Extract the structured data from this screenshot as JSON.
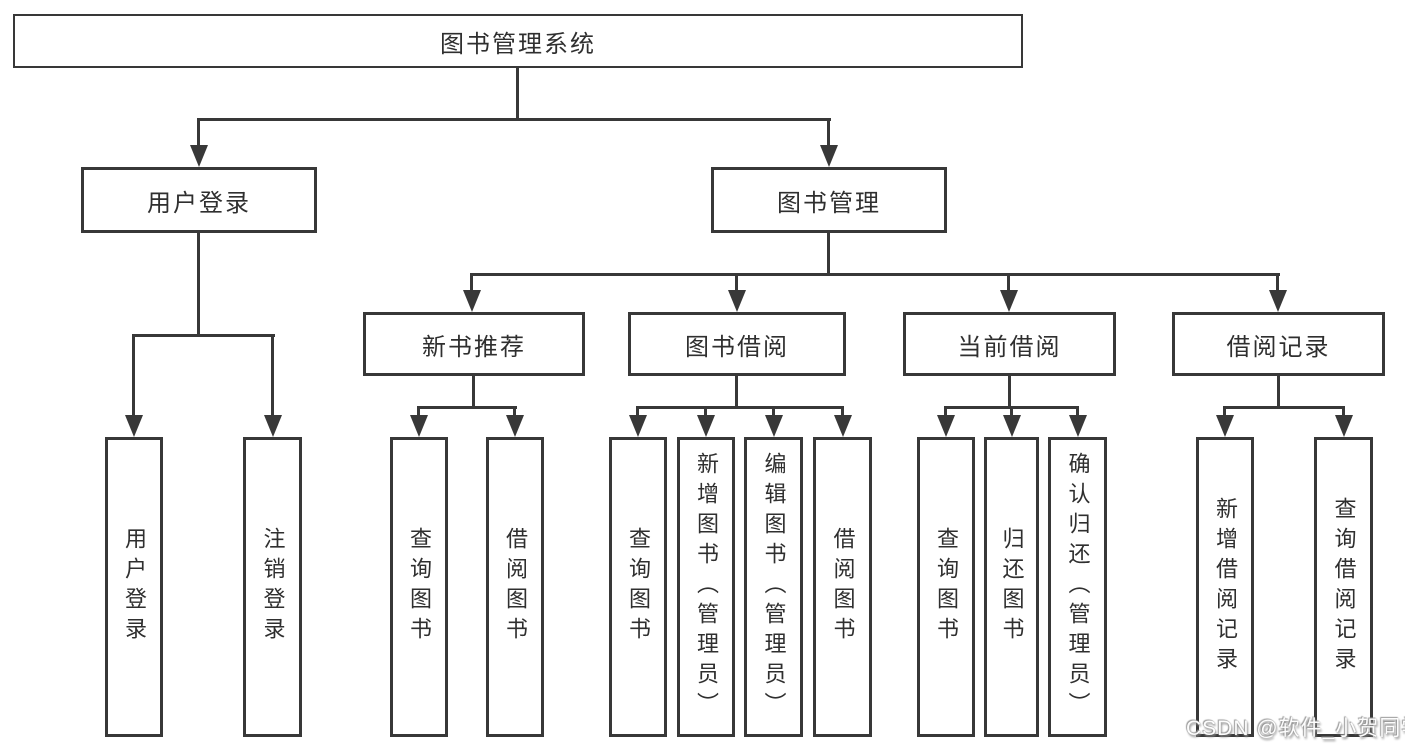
{
  "tree": {
    "label": "图书管理系统",
    "children": [
      {
        "label": "用户登录",
        "children": [
          {
            "label": "用户登录"
          },
          {
            "label": "注销登录"
          }
        ]
      },
      {
        "label": "图书管理",
        "children": [
          {
            "label": "新书推荐",
            "children": [
              {
                "label": "查询图书"
              },
              {
                "label": "借阅图书"
              }
            ]
          },
          {
            "label": "图书借阅",
            "children": [
              {
                "label": "查询图书"
              },
              {
                "label": "新增图书（管理员）"
              },
              {
                "label": "编辑图书（管理员）"
              },
              {
                "label": "借阅图书"
              }
            ]
          },
          {
            "label": "当前借阅",
            "children": [
              {
                "label": "查询图书"
              },
              {
                "label": "归还图书"
              },
              {
                "label": "确认归还（管理员）"
              }
            ]
          },
          {
            "label": "借阅记录",
            "children": [
              {
                "label": "新增借阅记录"
              },
              {
                "label": "查询借阅记录"
              }
            ]
          }
        ]
      }
    ]
  },
  "watermark": {
    "text": "CSDN @软件_小贺同学"
  },
  "colors": {
    "line": "#383838",
    "box_border": "#383838",
    "text": "#2f2f2f",
    "background": "#ffffff",
    "watermark_text": "#fdfdfd",
    "watermark_shadow": "#8a8a8a"
  }
}
